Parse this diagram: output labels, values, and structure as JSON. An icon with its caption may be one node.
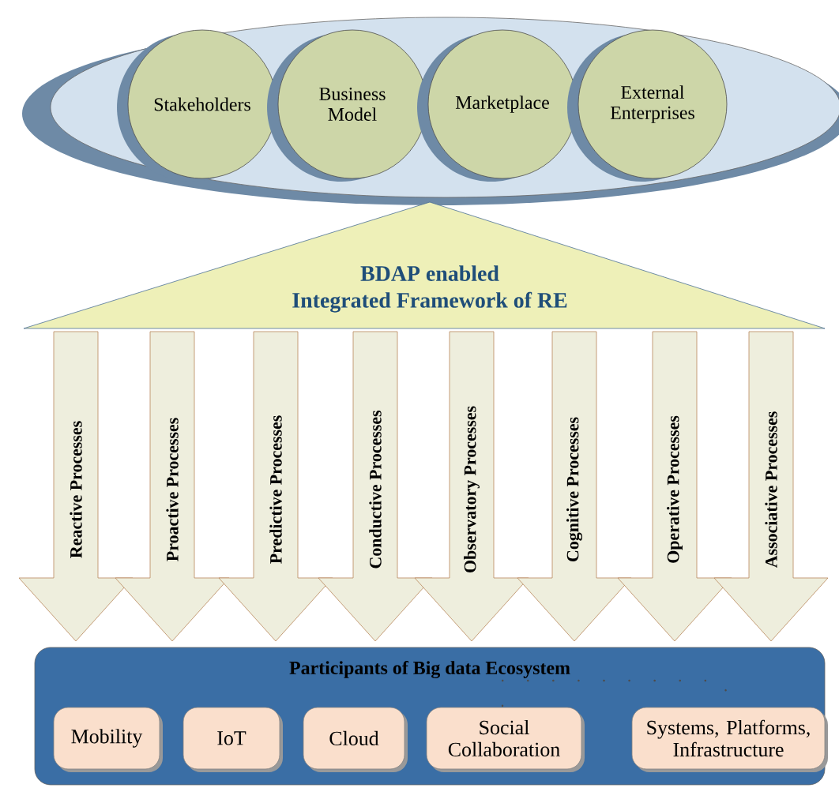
{
  "diagram": {
    "nodes": [
      {
        "text": [],
        "shape": "ellipse"
      },
      {
        "text": [
          "Stakeholders"
        ],
        "in": 0
      },
      {
        "text": [
          "Business Model"
        ],
        "in": 0
      },
      {
        "text": [
          "Marketplace"
        ],
        "in": 0
      },
      {
        "text": [
          "External Enterprises"
        ],
        "in": 0
      },
      {
        "text": [
          "BDAP enabled",
          "Integrated Framework of RE"
        ]
      },
      {
        "text": [
          "Participants of Big data Ecosystem"
        ]
      },
      {
        "text": [
          "Mobility"
        ],
        "in": 6
      },
      {
        "text": [
          "IoT"
        ],
        "in": 6
      },
      {
        "text": [
          "Cloud"
        ],
        "in": 6
      },
      {
        "text": [
          "Social Collaboration"
        ],
        "in": 6
      },
      {
        "text": [
          "Systems, Platforms, Infrastructure"
        ],
        "in": 6
      }
    ],
    "edges": [
      {
        "from": 5,
        "to": 6,
        "arrow": "to",
        "label": "Reactive Processes"
      },
      {
        "from": 5,
        "to": 6,
        "arrow": "to",
        "label": "Proactive Processes"
      },
      {
        "from": 5,
        "to": 6,
        "arrow": "to",
        "label": "Predictive Processes"
      },
      {
        "from": 5,
        "to": 6,
        "arrow": "to",
        "label": "Conductive Processes"
      },
      {
        "from": 5,
        "to": 6,
        "arrow": "to",
        "label": "Observatory Processes"
      },
      {
        "from": 5,
        "to": 6,
        "arrow": "to",
        "label": "Cognitive Processes"
      },
      {
        "from": 5,
        "to": 6,
        "arrow": "to",
        "label": "Operative Processes"
      },
      {
        "from": 5,
        "to": 6,
        "arrow": "to",
        "label": "Associative Processes"
      }
    ]
  }
}
